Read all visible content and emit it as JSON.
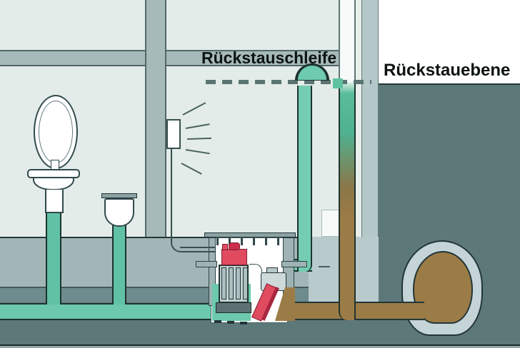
{
  "diagram": {
    "type": "technical-illustration",
    "subject": "Cross-section of a building basement with sewage lifting station, backflow loop over the backflow level, and street sewer",
    "labels": {
      "backflow_loop": "Rückstauschleife",
      "backflow_level": "Rückstauebene"
    },
    "colors": {
      "interior_wall": "#e3ece8",
      "concrete_gray": "#a7baba",
      "exterior_wall": "#b4c7c9",
      "ground_dark": "#5d7879",
      "bedding_dark": "#6e8b8d",
      "clean_water_green": "#6cc9ac",
      "sewage_brown": "#9c7c46",
      "sewer_ring": "#c5d4d6",
      "pump_red": "#e14b60",
      "outline_dark": "#22363a"
    },
    "icons": [
      "alarm-sound-rays-icon",
      "dashed-backflow-level-line"
    ]
  }
}
